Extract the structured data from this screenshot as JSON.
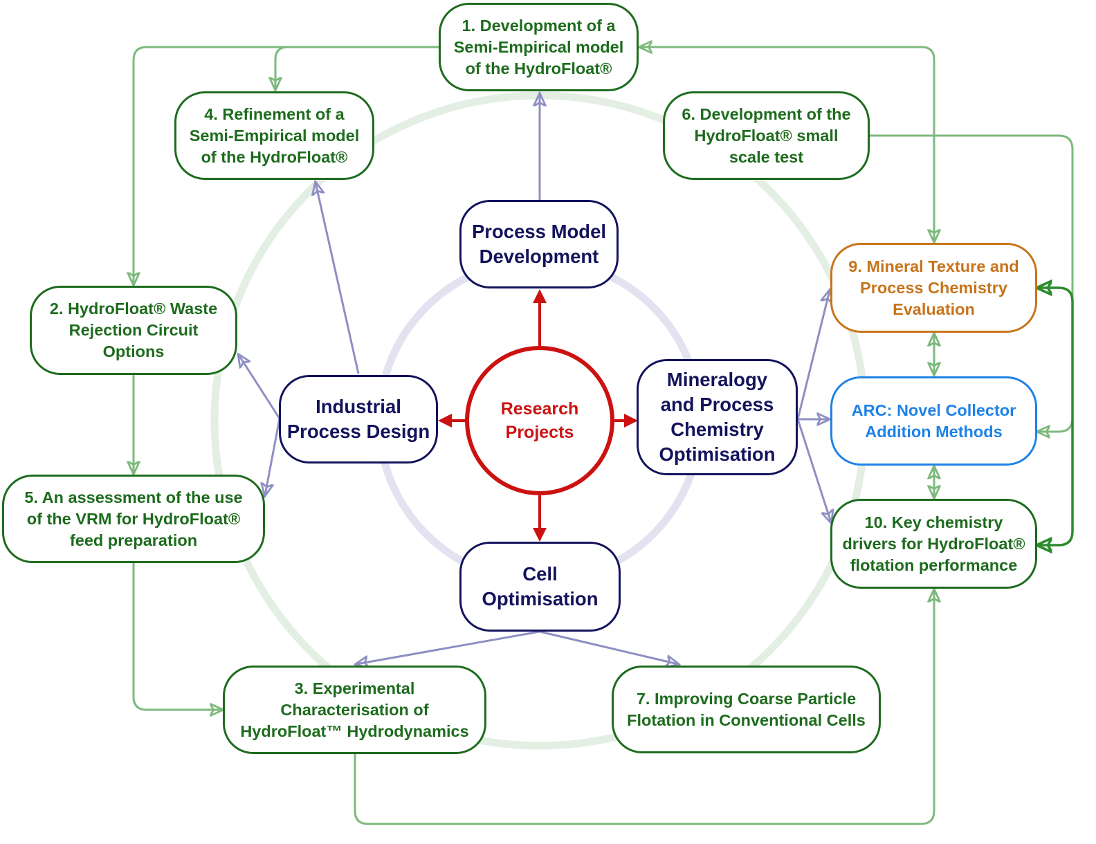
{
  "colors": {
    "green": "#1e6b1e",
    "green_light": "#7cb97c",
    "navy": "#13135c",
    "lavender": "#8f8fc4",
    "red": "#cc1111",
    "orange": "#c8741c",
    "blue": "#1e82e6"
  },
  "center": {
    "label": "Research\nProjects"
  },
  "themes": {
    "process_model": "Process Model\nDevelopment",
    "industrial": "Industrial\nProcess Design",
    "mineralogy": "Mineralogy\nand Process\nChemistry\nOptimisation",
    "cell": "Cell\nOptimisation"
  },
  "projects": {
    "p1": "1. Development of a\nSemi-Empirical model\nof the HydroFloat®",
    "p2": "2. HydroFloat® Waste\nRejection Circuit\nOptions",
    "p3": "3. Experimental\nCharacterisation of\nHydroFloat™ Hydrodynamics",
    "p4": "4. Refinement of a\nSemi-Empirical model\nof the HydroFloat®",
    "p5": "5. An assessment of the use\nof the VRM for HydroFloat®\nfeed preparation",
    "p6": "6. Development of the\nHydroFloat®  small\nscale test",
    "p7": "7. Improving Coarse Particle\nFlotation in Conventional Cells",
    "p9": "9. Mineral Texture and\nProcess Chemistry\nEvaluation",
    "arc": "ARC: Novel Collector\nAddition Methods",
    "p10": "10. Key chemistry\ndrivers for HydroFloat®\nflotation performance"
  }
}
